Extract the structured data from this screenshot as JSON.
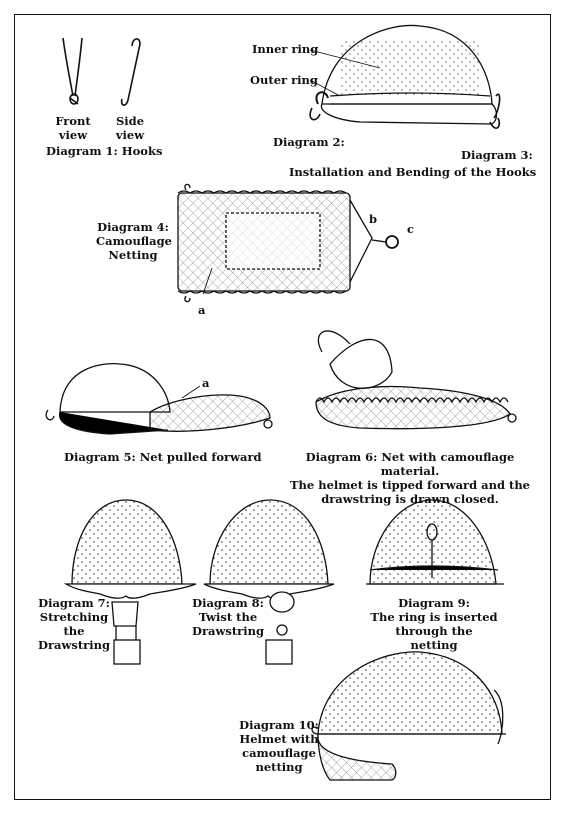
{
  "diagram1": {
    "front_view": "Front\nview",
    "side_view": "Side\nview",
    "caption": "Diagram 1: Hooks"
  },
  "diagram2": {
    "inner_ring": "Inner ring",
    "outer_ring": "Outer ring",
    "label": "Diagram 2:"
  },
  "diagram3": {
    "label": "Diagram 3:",
    "caption": "Installation and Bending of the Hooks"
  },
  "diagram4": {
    "caption": "Diagram 4:\nCamouflage\nNetting",
    "mark_a": "a",
    "mark_b": "b",
    "mark_c": "c"
  },
  "diagram5": {
    "caption": "Diagram 5: Net pulled forward",
    "mark_a": "a"
  },
  "diagram6": {
    "caption": "Diagram 6: Net with camouflage material.\nThe helmet is tipped forward and the\ndrawstring is drawn closed."
  },
  "diagram7": {
    "caption": "Diagram 7:\nStretching\nthe\nDrawstring"
  },
  "diagram8": {
    "caption": "Diagram 8:\nTwist the\nDrawstring"
  },
  "diagram9": {
    "caption": "Diagram 9:\nThe ring is inserted\nthrough the netting"
  },
  "diagram10": {
    "caption": "Diagram 10:\nHelmet with\ncamouflage\nnetting"
  }
}
